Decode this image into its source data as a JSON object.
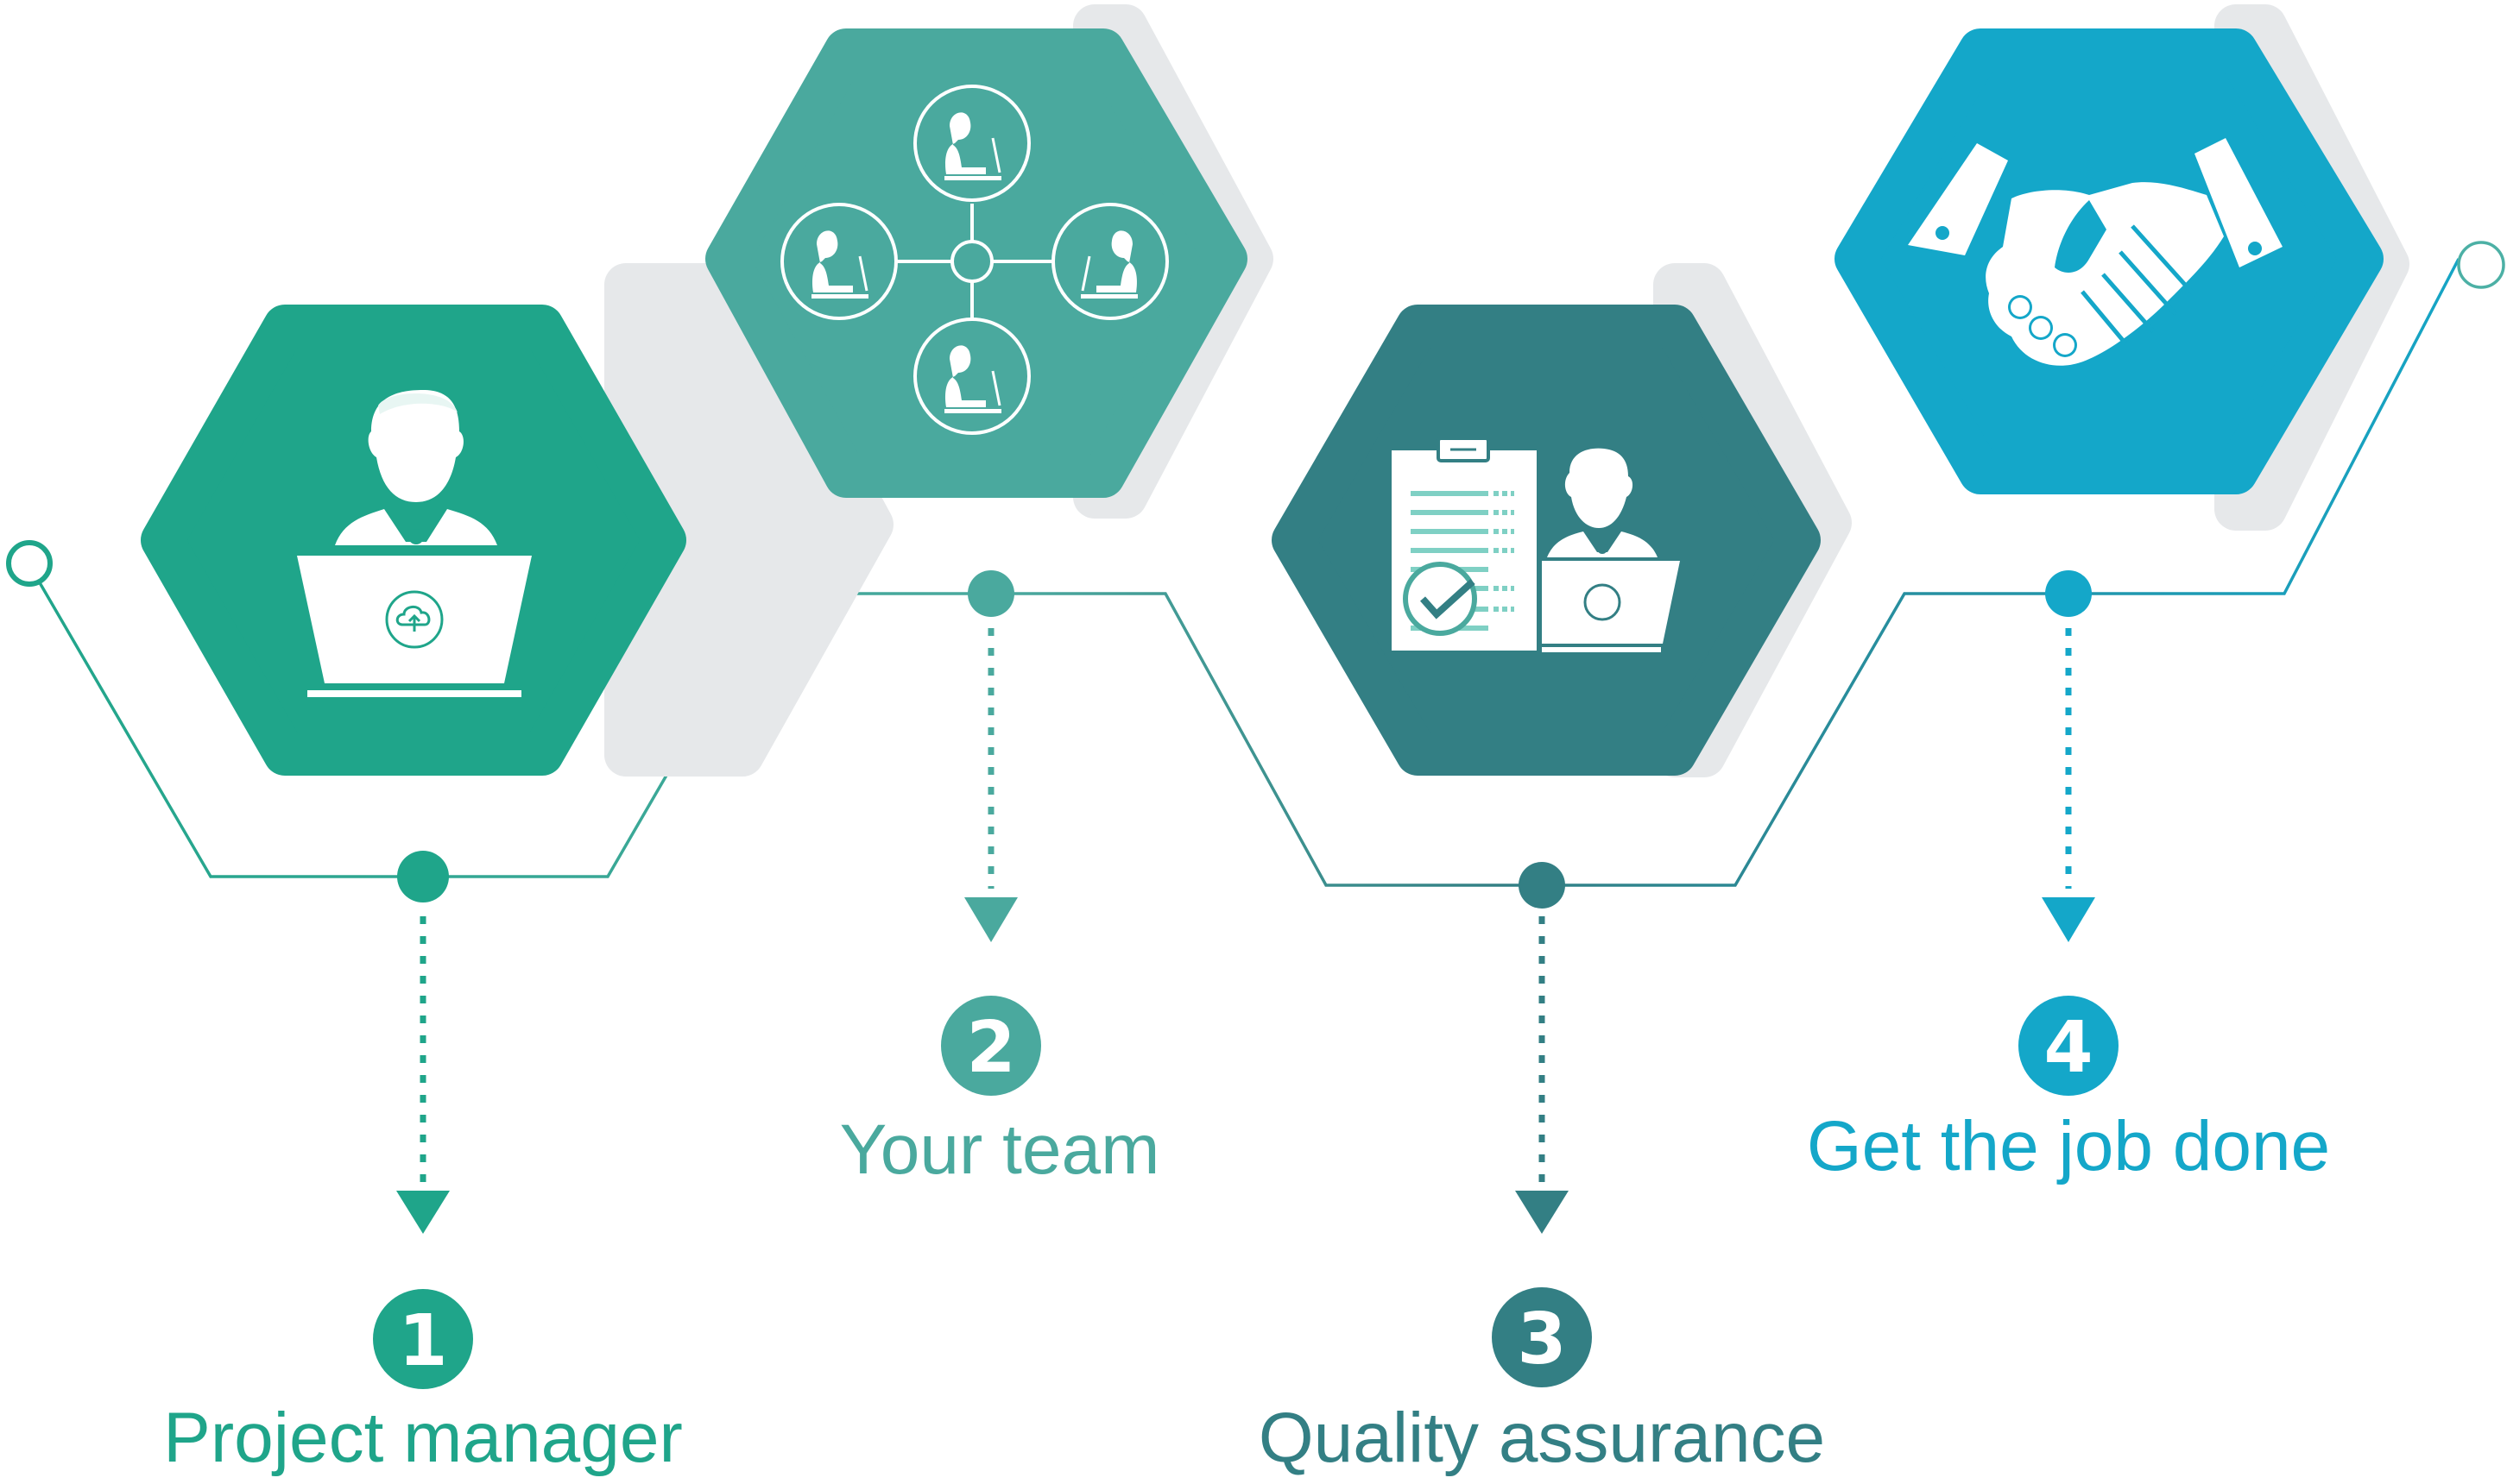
{
  "colors": {
    "step1": "#1fa58a",
    "step2": "#4aa99e",
    "step3": "#337f84",
    "step4": "#14a7c9",
    "shadow": "#e6e8ea",
    "white": "#ffffff"
  },
  "steps": [
    {
      "number": "1",
      "label": "Project manager",
      "icon": "project-manager-icon"
    },
    {
      "number": "2",
      "label": "Your team",
      "icon": "team-network-icon"
    },
    {
      "number": "3",
      "label": "Quality assurance",
      "icon": "quality-assurance-icon"
    },
    {
      "number": "4",
      "label": "Get the job done",
      "icon": "handshake-icon"
    }
  ]
}
